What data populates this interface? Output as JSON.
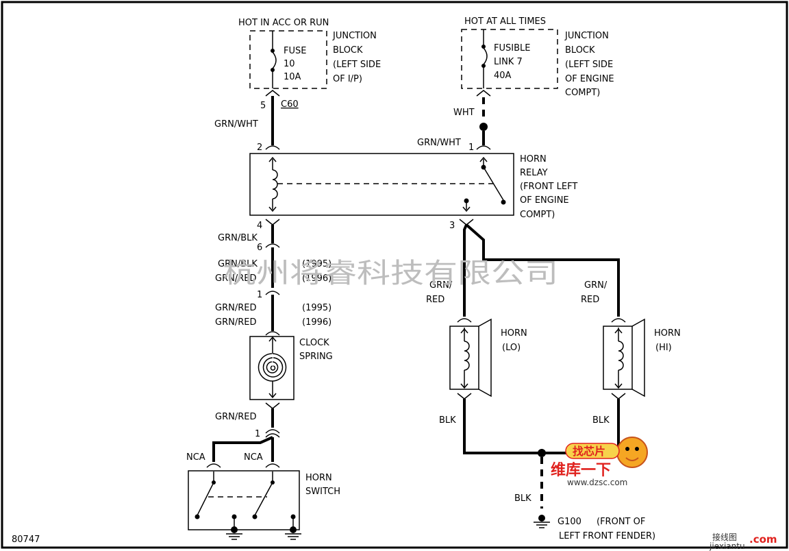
{
  "fuse_block": {
    "supply": "HOT IN ACC OR RUN",
    "fuse": [
      "FUSE",
      "10",
      "10A"
    ],
    "location": [
      "JUNCTION",
      "BLOCK",
      "(LEFT SIDE",
      "OF I/P)"
    ],
    "pin": "5",
    "connector": "C60"
  },
  "fusible_block": {
    "supply": "HOT AT ALL TIMES",
    "fuse": [
      "FUSIBLE",
      "LINK 7",
      "40A"
    ],
    "location": [
      "JUNCTION",
      "BLOCK",
      "(LEFT SIDE",
      "OF ENGINE",
      "COMPT)"
    ]
  },
  "wires": {
    "wht": "WHT",
    "grn_wht_1": "GRN/WHT",
    "grn_wht_2": "GRN/WHT",
    "grn_blk_1": "GRN/BLK",
    "grn_blk_2": "GRN/BLK",
    "grn_red_1": "GRN/RED",
    "grn_red_2": "GRN/RED",
    "grn_red_3": "GRN/RED",
    "grn_red_4": "GRN/RED",
    "grn_red_lo": [
      "GRN/",
      "RED"
    ],
    "grn_red_hi": [
      "GRN/",
      "RED"
    ],
    "blk_lo": "BLK",
    "blk_hi": "BLK",
    "blk_gnd": "BLK",
    "nca_1": "NCA",
    "nca_2": "NCA"
  },
  "years": {
    "y1995_a": "(1995)",
    "y1996_a": "(1996)",
    "y1995_b": "(1995)",
    "y1996_b": "(1996)"
  },
  "pins": {
    "p2": "2",
    "p1_relay": "1",
    "p4": "4",
    "p6": "6",
    "p1_mid": "1",
    "p3": "3",
    "p1_switch": "1"
  },
  "horn_relay": [
    "HORN",
    "RELAY",
    "(FRONT LEFT",
    "OF ENGINE",
    "COMPT)"
  ],
  "clock_spring": [
    "CLOCK",
    "SPRING"
  ],
  "horn_switch": [
    "HORN",
    "SWITCH"
  ],
  "horn_lo": [
    "HORN",
    "(LO)"
  ],
  "horn_hi": [
    "HORN",
    "(HI)"
  ],
  "ground": [
    "G100",
    "(FRONT OF",
    "LEFT FRONT FENDER)"
  ],
  "diagram_id": "80747",
  "watermark": "杭州将睿科技有限公司",
  "logo": {
    "main": "维库一下",
    "url": "www.dzsc.com",
    "badge": "找芯片"
  },
  "corner_logo": {
    "cn": "接线图",
    "dot": ".com",
    "url": "jiexiantu"
  }
}
